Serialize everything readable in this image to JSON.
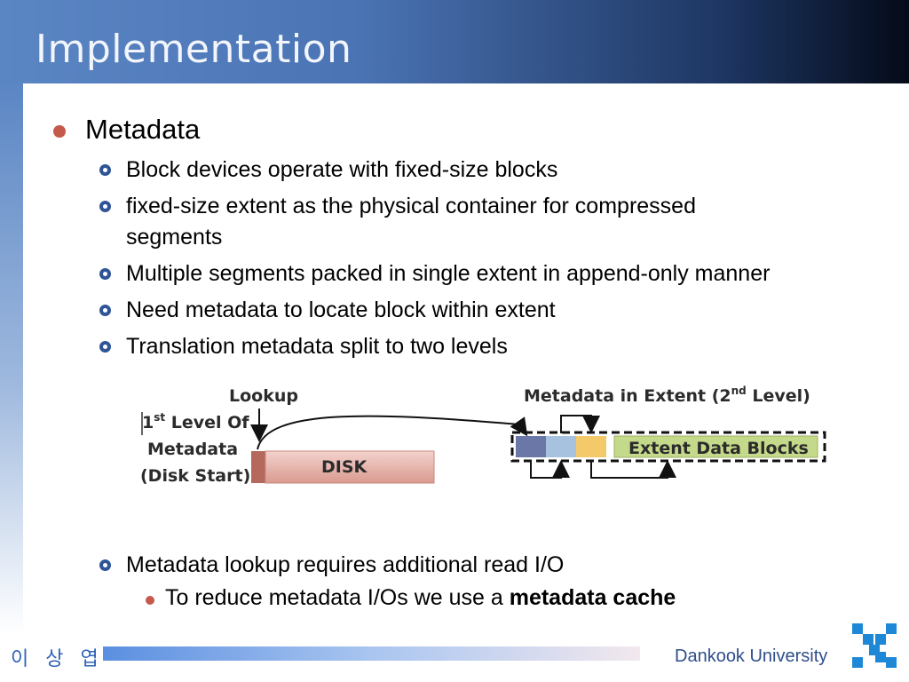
{
  "title": "Implementation",
  "bullets": {
    "l1": "Metadata",
    "items": [
      "Block devices operate with fixed-size blocks",
      "fixed-size extent as the physical container for compressed",
      "segments",
      "Multiple segments packed in single extent in append-only manner",
      "Need metadata to locate block within extent",
      "Translation metadata split to two levels"
    ],
    "after": "Metadata lookup requires additional read I/O",
    "sub_prefix": "To reduce metadata I/Os we use a ",
    "sub_bold": "metadata cache"
  },
  "diagram": {
    "lookup": "Lookup",
    "extent_title_a": "Metadata in Extent (2",
    "extent_title_sup": "nd",
    "extent_title_b": " Level)",
    "level1_a": "1",
    "level1_sup": "st",
    "level1_b": " Level Of",
    "level1_line2": "Metadata",
    "level1_line3": "(Disk Start)",
    "disk": "DISK",
    "extent_blocks": "Extent Data Blocks",
    "colors": {
      "block1": "#6b77a6",
      "block2": "#a7c2df",
      "block3": "#f4c96a",
      "extent": "#c5d98a",
      "disk": "#d99a8f"
    }
  },
  "footer": {
    "author": "이 상 엽",
    "university": "Dankook University",
    "logo_icon": "dankook-logo-icon"
  }
}
